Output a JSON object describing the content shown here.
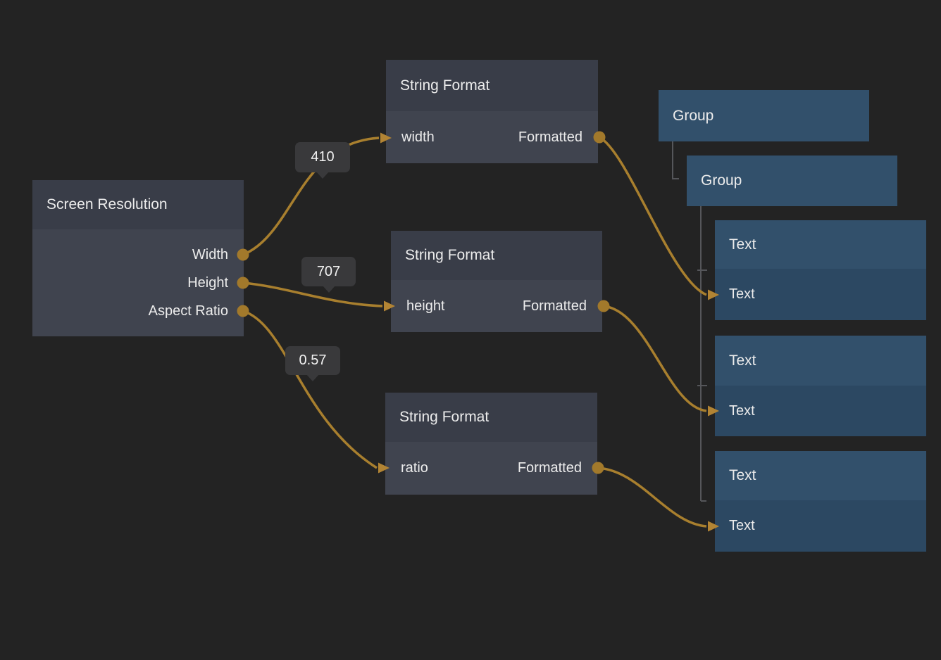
{
  "colors": {
    "background": "#232323",
    "node_header": "#393d48",
    "node_body": "#40444f",
    "group_node": "#32506b",
    "text_node_body": "#2c4862",
    "wire": "#a87f2e",
    "port": "#a2792b",
    "badge_background": "#39393b",
    "tree_line": "#55565a",
    "label_text": "#ececec"
  },
  "nodes": {
    "screen_resolution": {
      "title": "Screen Resolution",
      "outputs": [
        "Width",
        "Height",
        "Aspect Ratio"
      ]
    },
    "string_format_width": {
      "title": "String Format",
      "input": "width",
      "output": "Formatted"
    },
    "string_format_height": {
      "title": "String Format",
      "input": "height",
      "output": "Formatted"
    },
    "string_format_ratio": {
      "title": "String Format",
      "input": "ratio",
      "output": "Formatted"
    },
    "group_outer": {
      "title": "Group"
    },
    "group_inner": {
      "title": "Group"
    },
    "text_width": {
      "title": "Text",
      "input": "Text"
    },
    "text_height": {
      "title": "Text",
      "input": "Text"
    },
    "text_ratio": {
      "title": "Text",
      "input": "Text"
    }
  },
  "connection_values": {
    "width": "410",
    "height": "707",
    "aspect_ratio": "0.57"
  }
}
